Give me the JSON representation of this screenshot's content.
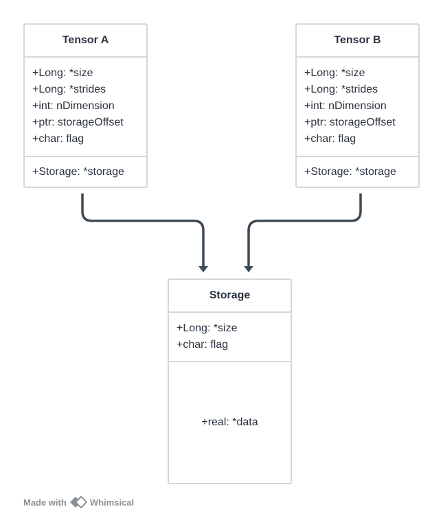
{
  "diagram": {
    "tensor_a": {
      "title": "Tensor A",
      "attributes": [
        "+Long: *size",
        "+Long: *strides",
        "+int: nDimension",
        "+ptr: storageOffset",
        "+char: flag"
      ],
      "storage_ref": "+Storage: *storage"
    },
    "tensor_b": {
      "title": "Tensor B",
      "attributes": [
        "+Long: *size",
        "+Long: *strides",
        "+int: nDimension",
        "+ptr: storageOffset",
        "+char: flag"
      ],
      "storage_ref": "+Storage: *storage"
    },
    "storage": {
      "title": "Storage",
      "attributes": [
        "+Long: *size",
        "+char: flag"
      ],
      "data_field": "+real: *data"
    }
  },
  "footer": {
    "made_with": "Made with",
    "brand": "Whimsical"
  },
  "colors": {
    "border": "#d3d7dc",
    "text": "#2b3440",
    "connector": "#3e4a56",
    "footer": "#8a9097"
  }
}
